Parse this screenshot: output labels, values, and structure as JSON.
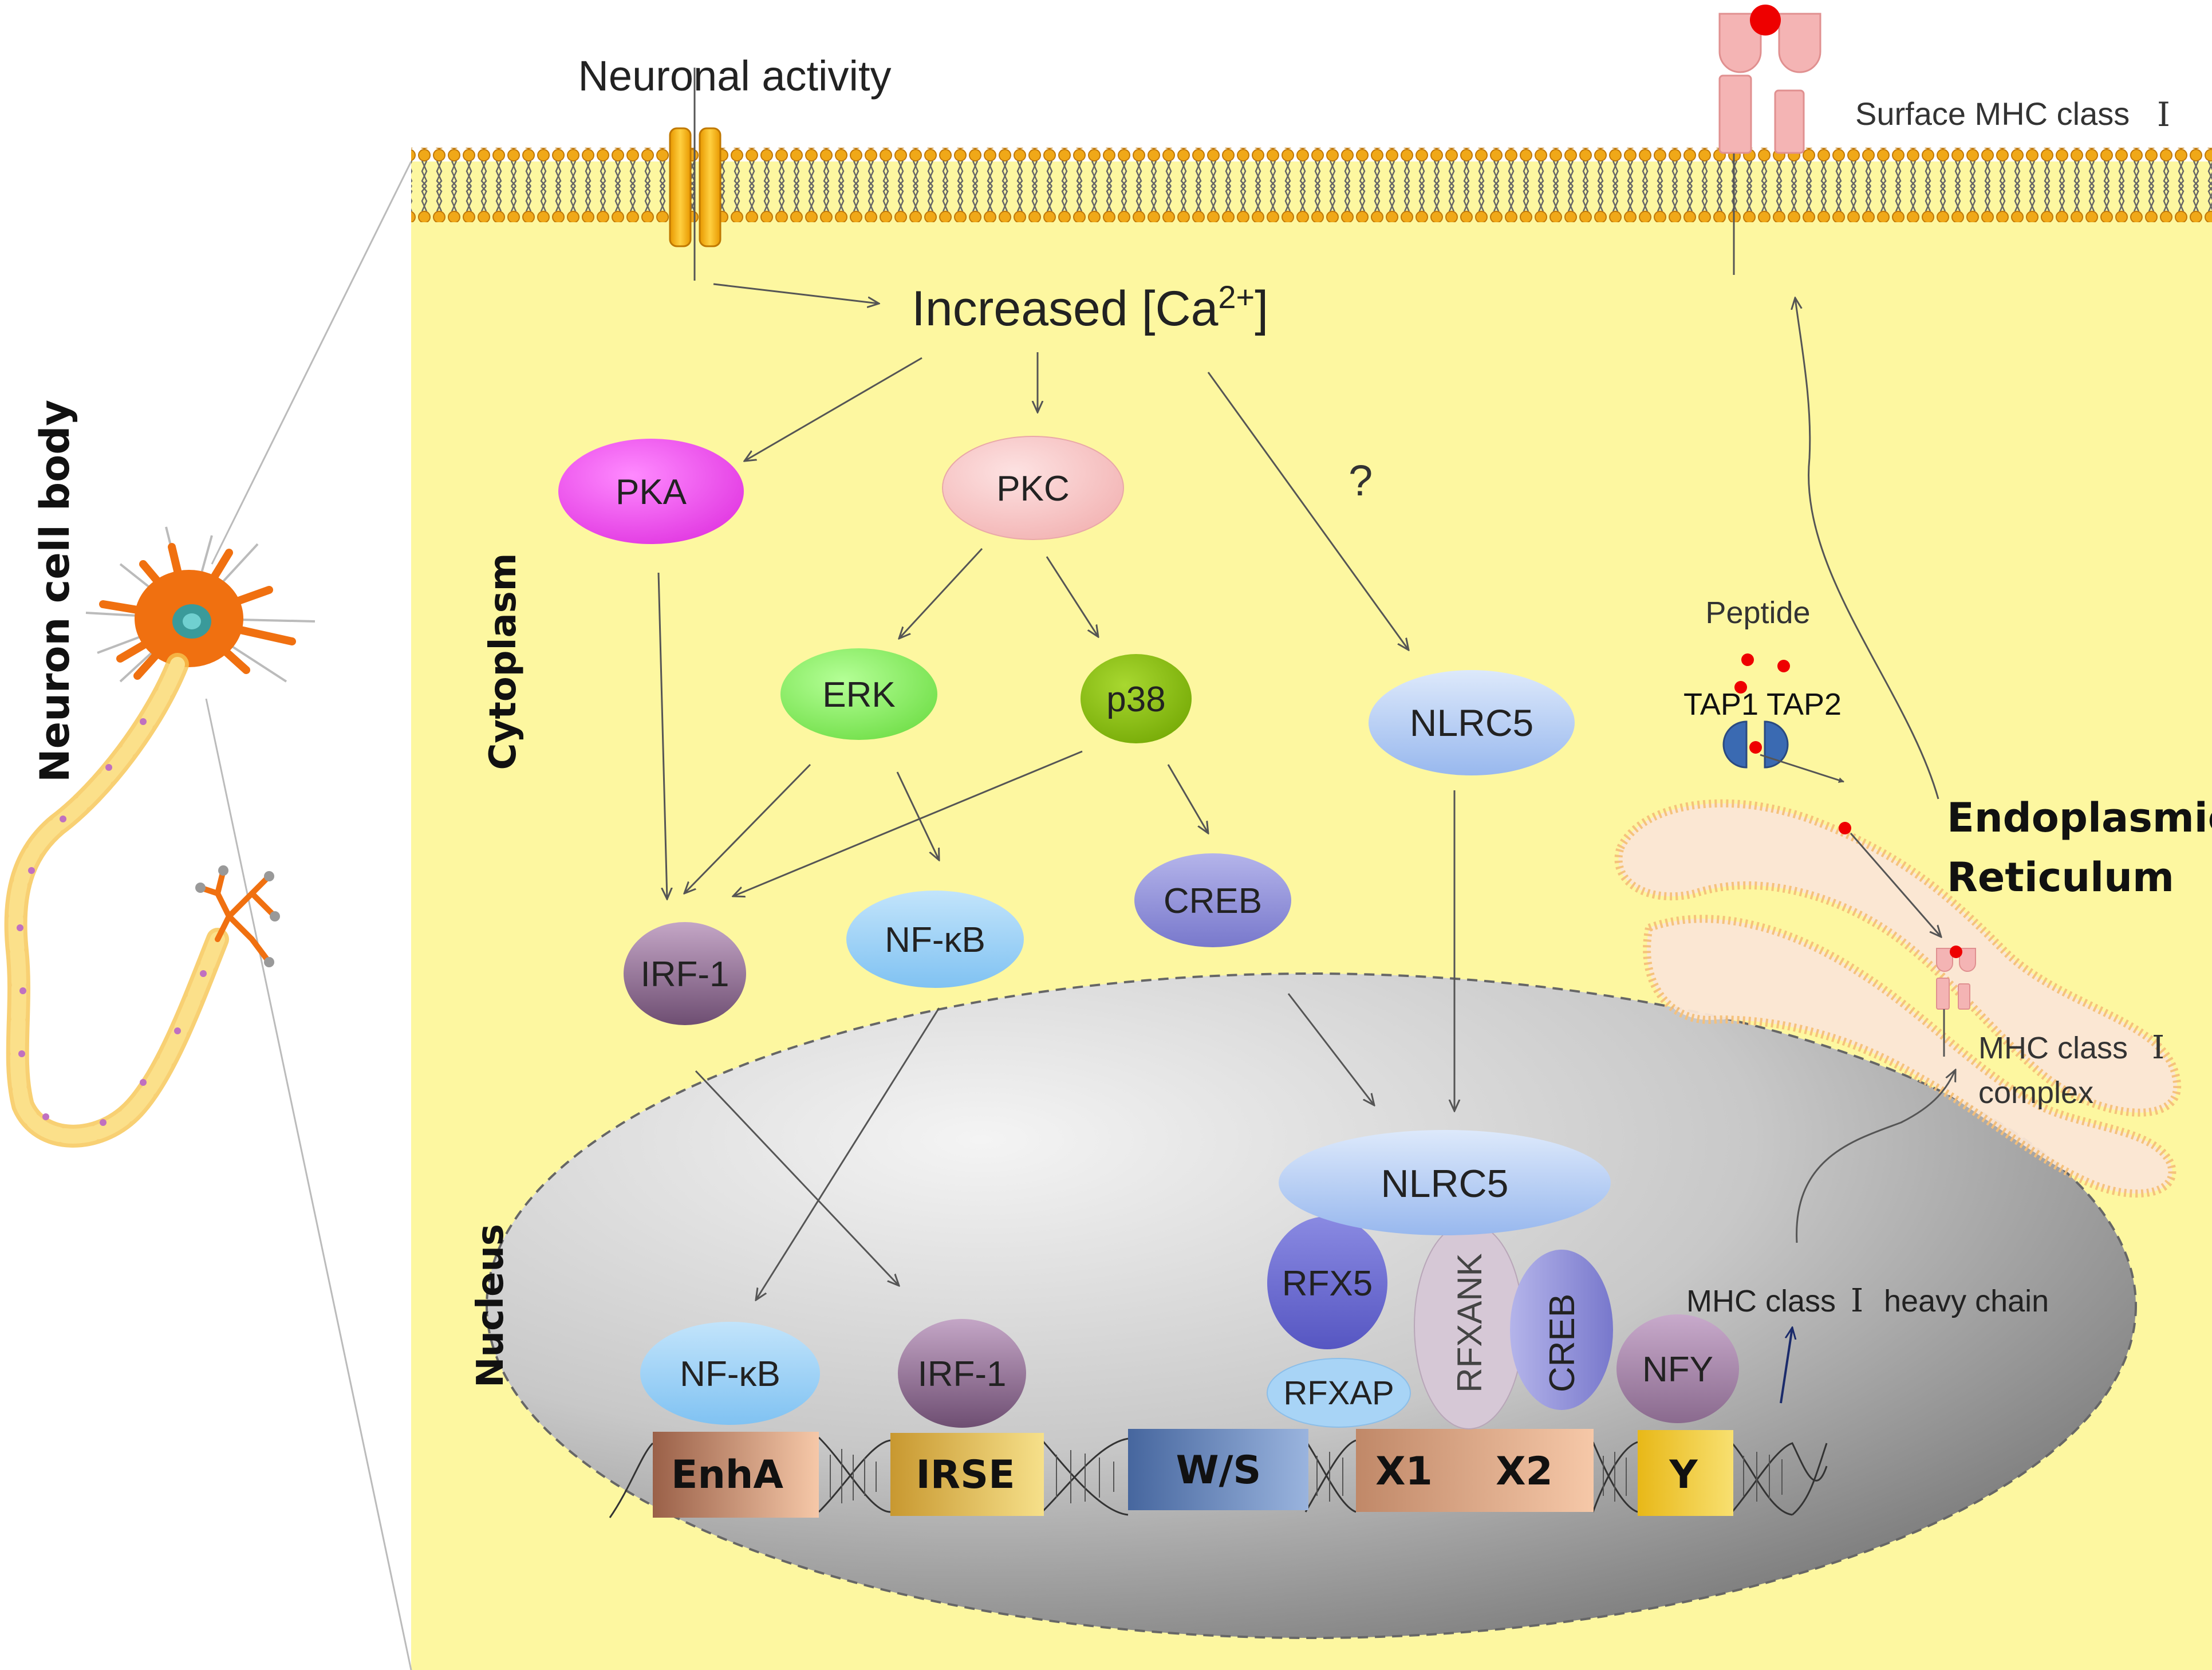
{
  "title": "",
  "labels": {
    "neuronal_activity": "Neuronal activity",
    "surface_mhc": "Surface MHC class",
    "increased_ca_prefix": "Increased [Ca",
    "increased_ca_sup": "2+",
    "increased_ca_suffix": "]",
    "neuron_cell_body": "Neuron cell body",
    "cytoplasm": "Cytoplasm",
    "nucleus": "Nucleus",
    "question": "?",
    "peptide": "Peptide",
    "tap": "TAP1 TAP2",
    "er_line1": "Endoplasmic",
    "er_line2": "Reticulum",
    "mhc_complex_line1": "MHC class",
    "mhc_complex_line2": "complex",
    "heavy_chain_a": "MHC class",
    "heavy_chain_b": "heavy chain",
    "roman_one": "I"
  },
  "nodes": {
    "pka": "PKA",
    "pkc": "PKC",
    "erk": "ERK",
    "p38": "p38",
    "nlrc5_cyto": "NLRC5",
    "irf1_cyto": "IRF-1",
    "nfkb_cyto": "NF-κB",
    "creb_cyto": "CREB",
    "nlrc5_nuc": "NLRC5",
    "rfx5": "RFX5",
    "rfxank": "RFXANK",
    "creb_nuc": "CREB",
    "nfy": "NFY",
    "rfxap": "RFXAP",
    "nfkb_nuc": "NF-κB",
    "irf1_nuc": "IRF-1"
  },
  "promoter": {
    "enha": "EnhA",
    "irse": "IRSE",
    "ws": "W/S",
    "x1": "X1",
    "x2": "X2",
    "y": "Y"
  },
  "colors": {
    "cytoplasm": "#fdf7a0",
    "membrane": "#e8a50c",
    "pka": "#ee55ee",
    "pkc": "#f7c5c5",
    "erk": "#8ef06a",
    "p38": "#86be10",
    "nlrc5": "#b0ccf4",
    "irf1": "#8a6a8e",
    "nfkb": "#96cdf5",
    "creb": "#8e8ed8",
    "rfx5": "#6a6ad0",
    "rfxank": "#d6c8d6",
    "nfy": "#9a7a9e",
    "rfxap": "#a8d4f6",
    "enha": "#c08060",
    "irse": "#e4b850",
    "ws": "#5a7ab0",
    "x1x2": "#e8a888",
    "y": "#e8c030",
    "mhc": "#f4b4b4",
    "neuron": "#f07010"
  }
}
